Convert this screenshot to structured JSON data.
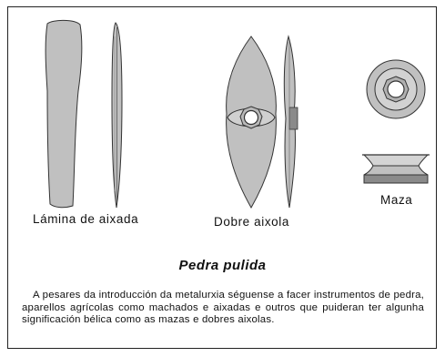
{
  "figure": {
    "items": [
      {
        "label": "Lámina de aixada"
      },
      {
        "label": "Dobre aixola"
      },
      {
        "label": "Maza"
      }
    ],
    "title": "Pedra pulida",
    "paragraph": "A pesares da introducción da metalurxia séguense a facer instrumentos de pedra, aparellos agrícolas como machados e aixadas e outros que puideran ter algunha significación bélica como as mazas e dobres aixolas."
  },
  "colors": {
    "stone_fill": "#c0c0c0",
    "stone_dark": "#8a8a8a",
    "outline": "#333333"
  }
}
